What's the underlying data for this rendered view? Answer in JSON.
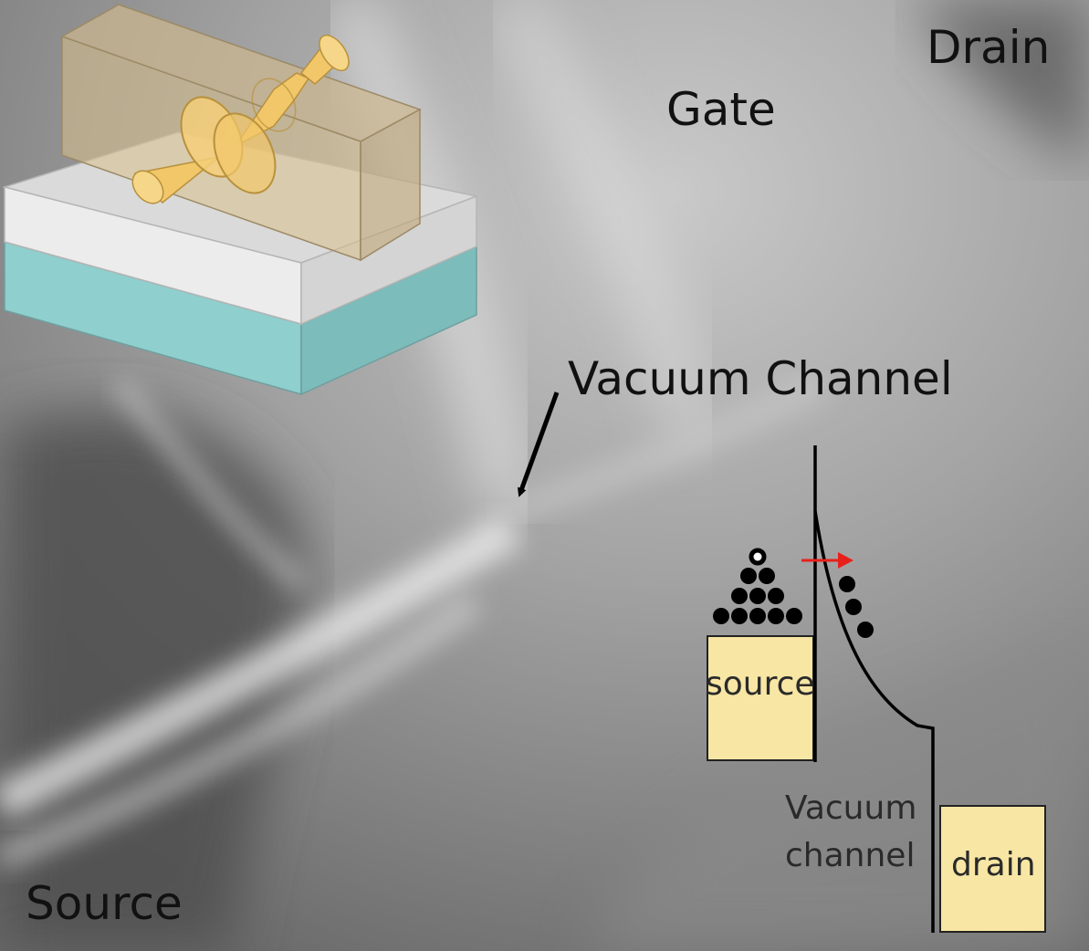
{
  "labels": {
    "drain": "Drain",
    "gate": "Gate",
    "vacuum_channel": "Vacuum Channel",
    "source": "Source"
  },
  "band_diagram": {
    "source_box": "source",
    "drain_box": "drain",
    "vacuum_line1": "Vacuum",
    "vacuum_line2": "channel"
  },
  "colors": {
    "metal_box": "#f7e6a4",
    "device_gold": "#f2c76a",
    "substrate_teal": "#8fcfce",
    "oxide_gray": "#e2e2e2",
    "emission_arrow": "#e8201b"
  }
}
